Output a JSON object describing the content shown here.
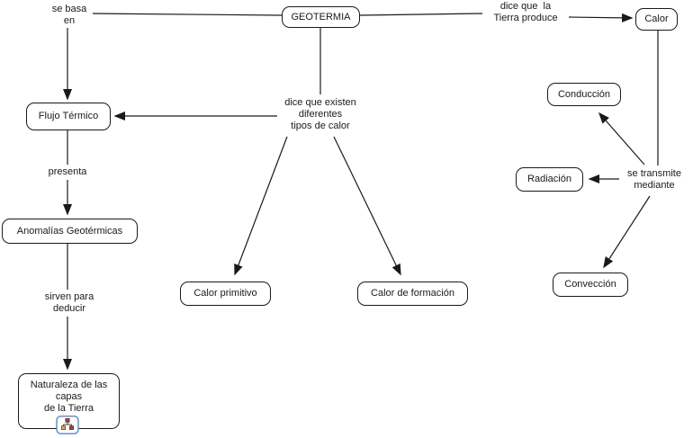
{
  "colors": {
    "node_border": "#1a1a1a",
    "node_fill": "#ffffff",
    "line": "#1a1a1a",
    "text": "#1a1a1a",
    "resource_icon_border": "#5b87c5"
  },
  "nodes": {
    "geotermia": {
      "label": "GEOTERMIA"
    },
    "flujo_termico": {
      "label": "Flujo Térmico"
    },
    "anomalias_geotermicas": {
      "label": "Anomalías Geotérmicas"
    },
    "naturaleza_capas": {
      "label": "Naturaleza de las\ncapas\nde la Tierra"
    },
    "calor_primitivo": {
      "label": "Calor primitivo"
    },
    "calor_formacion": {
      "label": "Calor de formación"
    },
    "calor": {
      "label": "Calor"
    },
    "conduccion": {
      "label": "Conducción"
    },
    "radiacion": {
      "label": "Radiación"
    },
    "conveccion": {
      "label": "Convección"
    }
  },
  "link_labels": {
    "se_basa_en": "se basa\nen",
    "dice_tipos_calor": "dice que existen\ndiferentes\ntipos de calor",
    "dice_tierra_produce": "dice que  la\nTierra produce",
    "presenta": "presenta",
    "sirven_para_deducir": "sirven para\ndeducir",
    "se_transmite_mediante": "se transmite\nmediante"
  },
  "connections": [
    {
      "from": "GEOTERMIA",
      "via": "se basa en",
      "to": "Flujo Térmico"
    },
    {
      "from": "Flujo Térmico",
      "via": "presenta",
      "to": "Anomalías Geotérmicas"
    },
    {
      "from": "Anomalías Geotérmicas",
      "via": "sirven para deducir",
      "to": "Naturaleza de las capas de la Tierra"
    },
    {
      "from": "GEOTERMIA",
      "via": "dice que existen diferentes tipos de calor",
      "to": "Flujo Térmico"
    },
    {
      "from": "GEOTERMIA",
      "via": "dice que existen diferentes tipos de calor",
      "to": "Calor primitivo"
    },
    {
      "from": "GEOTERMIA",
      "via": "dice que existen diferentes tipos de calor",
      "to": "Calor de formación"
    },
    {
      "from": "GEOTERMIA",
      "via": "dice que la Tierra produce",
      "to": "Calor"
    },
    {
      "from": "Calor",
      "via": "se transmite mediante",
      "to": "Conducción"
    },
    {
      "from": "Calor",
      "via": "se transmite mediante",
      "to": "Radiación"
    },
    {
      "from": "Calor",
      "via": "se transmite mediante",
      "to": "Convección"
    }
  ]
}
